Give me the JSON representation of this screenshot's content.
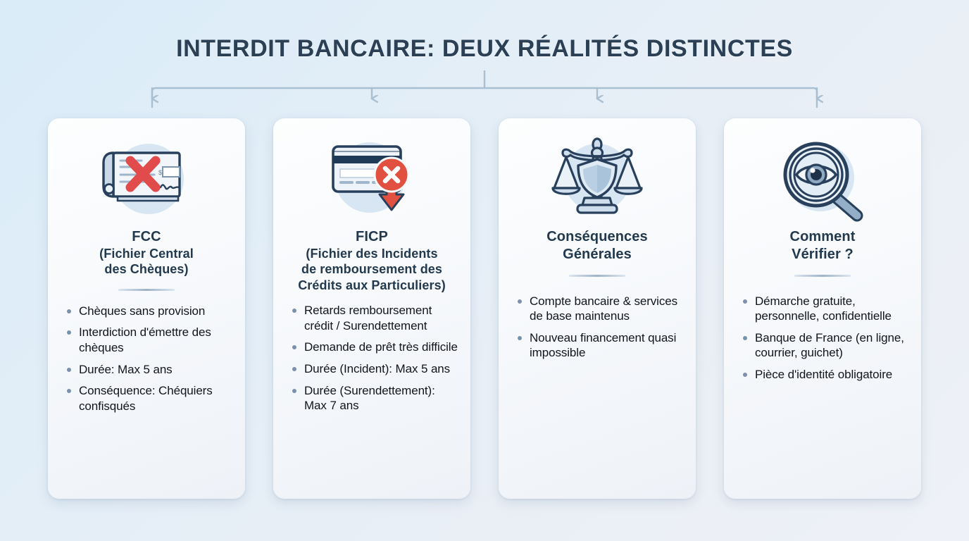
{
  "title": "INTERDIT BANCAIRE: DEUX RÉALITÉS DISTINCTES",
  "colors": {
    "title_navy": "#2b4055",
    "card_title": "#22394e",
    "bullet_dot": "#7b91ab",
    "body_text": "#12161b",
    "connector": "#a9bfd2",
    "accent_red": "#e24b4b",
    "icon_circle": "#d7e6f2",
    "background_start": "#d9ecf8",
    "background_end": "#eef1f7"
  },
  "connector": {
    "name": "title-to-cards-connector",
    "arrow_count": 4
  },
  "cards": [
    {
      "id": "fcc",
      "icon": "cheque-with-red-x-icon",
      "title": "FCC",
      "subtitle": "(Fichier Central\ndes Chèques)",
      "bullets": [
        "Chèques sans provision",
        "Interdiction d'émettre des chèques",
        "Durée: Max 5 ans",
        "Conséquence: Chéquiers confisqués"
      ]
    },
    {
      "id": "ficp",
      "icon": "credit-card-declined-icon",
      "title": "FICP",
      "subtitle": "(Fichier des Incidents\nde remboursement des\nCrédits aux Particuliers)",
      "bullets": [
        "Retards remboursement crédit / Surendettement",
        "Demande de prêt très difficile",
        "Durée (Incident): Max 5 ans",
        "Durée (Surendettement): Max 7 ans"
      ]
    },
    {
      "id": "consequences",
      "icon": "scales-of-justice-shield-icon",
      "title": "Conséquences\nGénérales",
      "subtitle": "",
      "bullets": [
        "Compte bancaire & services de base maintenus",
        "Nouveau financement quasi impossible"
      ]
    },
    {
      "id": "verification",
      "icon": "magnifier-eye-icon",
      "title": "Comment\nVérifier ?",
      "subtitle": "",
      "bullets": [
        "Démarche gratuite, personnelle, confidentielle",
        "Banque de France (en ligne, courrier, guichet)",
        "Pièce d'identité obligatoire"
      ]
    }
  ]
}
